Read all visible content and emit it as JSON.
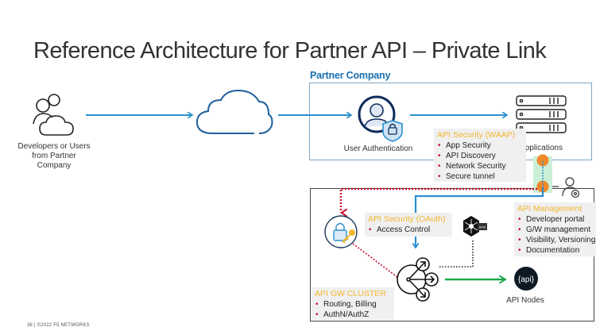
{
  "slide": {
    "title": "Reference Architecture for Partner API – Private Link",
    "footer": "38 | ©2022 F5 NETWORKS"
  },
  "partner_company": {
    "label": "Partner Company"
  },
  "nodes": {
    "developers": {
      "label_lines": [
        "Developers or Users",
        "from Partner",
        "Company"
      ],
      "icon": "users-cloud-icon"
    },
    "internet": {
      "icon": "cloud-icon"
    },
    "user_auth": {
      "label": "User Authentication",
      "icon": "user-shield-icon"
    },
    "applications": {
      "label": "Applications",
      "icon": "server-stack-icon"
    },
    "api_nodes": {
      "label": "API Nodes",
      "badge": "{api}",
      "icon": "api-icon"
    },
    "oauth": {
      "icon": "lock-key-icon"
    },
    "apm": {
      "badge": "APM",
      "icon": "apm-hub-icon"
    },
    "gateway": {
      "icon": "api-gateway-router-icon"
    },
    "admin": {
      "icon": "admin-user-gear-icon"
    }
  },
  "cards": {
    "waap": {
      "title": "API Security (WAAP)",
      "items": [
        "App Security",
        "API Discovery",
        "Network Security",
        "Secure tunnel"
      ]
    },
    "oauth": {
      "title": "API Security (OAuth)",
      "items": [
        "Access Control"
      ]
    },
    "management": {
      "title": "API Management",
      "items": [
        "Developer portal",
        "G/W management",
        "Visibility, Versioning",
        "Documentation"
      ]
    },
    "gw_cluster": {
      "title": "API GW CLUSTER",
      "items": [
        "Routing, Billing",
        "AuthN/AuthZ"
      ]
    }
  },
  "colors": {
    "flow_blue": "#2a8fcf",
    "dark_navy": "#0f2d5c",
    "accent_yellow": "#f2b630",
    "bullet_red": "#c8102e",
    "dotted_red": "#c8102e",
    "green_arrow": "#1aa84b",
    "card_bg": "#f0f0f0",
    "partner_text": "#1a6fb0"
  }
}
